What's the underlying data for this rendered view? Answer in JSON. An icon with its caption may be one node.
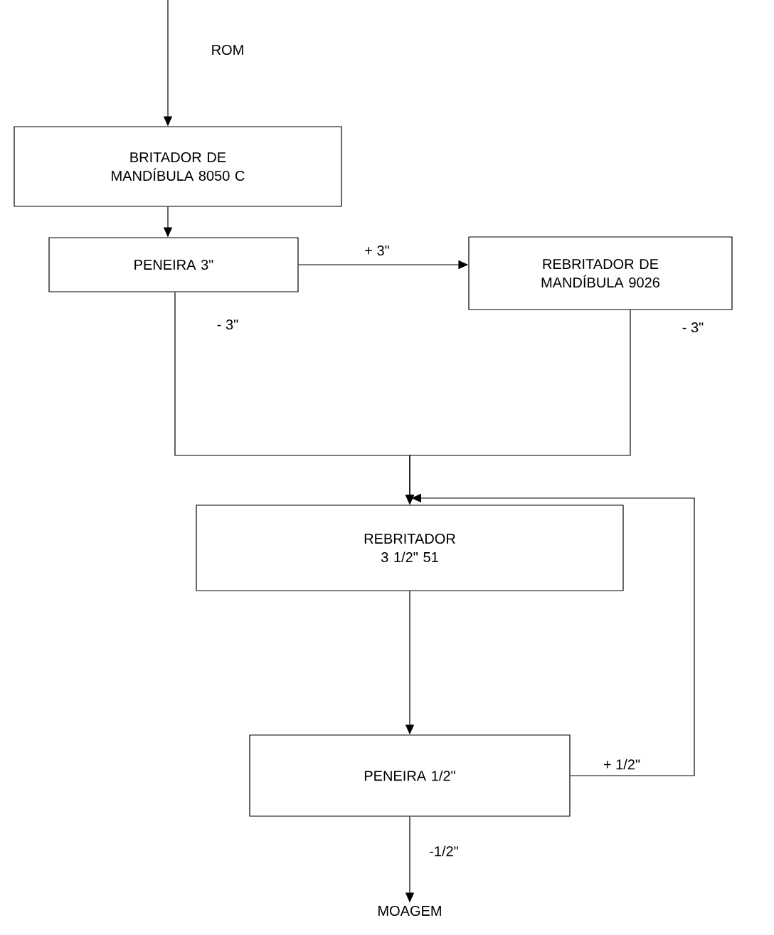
{
  "diagram": {
    "nodes": [
      {
        "text": [
          "BRITADOR DE MANDÍBULA 8050 C"
        ]
      },
      {
        "text": [
          "PENEIRA 3\""
        ]
      },
      {
        "text": [
          "REBRITADOR DE MANDÍBULA 9026"
        ]
      },
      {
        "text": [
          "REBRITADOR 3 1/2\" 51"
        ]
      },
      {
        "text": [
          "PENEIRA 1/2\""
        ]
      },
      {
        "text": [
          "MOAGEM"
        ]
      }
    ],
    "edges": [
      {
        "from": null,
        "to": 0,
        "arrow": "to",
        "label": "ROM"
      },
      {
        "from": 0,
        "to": 1,
        "arrow": "to"
      },
      {
        "from": 1,
        "to": 2,
        "arrow": "to",
        "label": "+ 3\""
      },
      {
        "from": 1,
        "to": 3,
        "arrow": "to",
        "label": "- 3\""
      },
      {
        "from": 2,
        "to": 3,
        "arrow": "to",
        "label": "- 3\""
      },
      {
        "from": 3,
        "to": 4,
        "arrow": "to"
      },
      {
        "from": 4,
        "to": 3,
        "arrow": "to",
        "label": "+ 1/2\""
      },
      {
        "from": 4,
        "to": 5,
        "arrow": "to",
        "label": "-1/2\""
      }
    ]
  }
}
